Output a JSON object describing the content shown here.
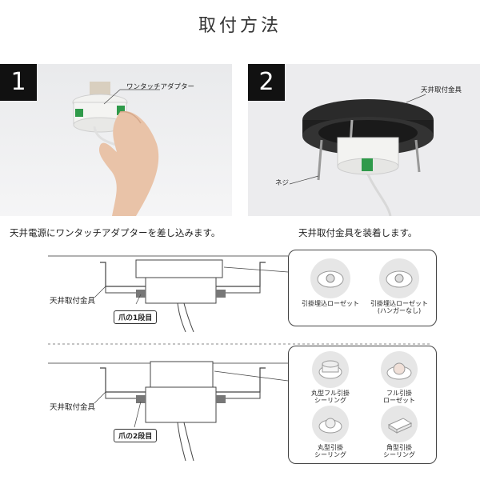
{
  "title": "取付方法",
  "steps": [
    {
      "number": "1",
      "callout": "ワンタッチアダプター",
      "caption": "天井電源にワンタッチアダプターを差し込みます。"
    },
    {
      "number": "2",
      "callout_top": "天井取付金具",
      "callout_bottom": "ネジ",
      "caption": "天井取付金具を装着します。"
    }
  ],
  "diagram_top": {
    "label": "天井取付金具",
    "claw": "爪の1段目",
    "items": [
      {
        "label": "引掛埋込ローゼット",
        "icon": "rosette-recessed-icon"
      },
      {
        "label": "引掛埋込ローゼット",
        "sub": "(ハンガーなし)",
        "icon": "rosette-recessed-no-hanger-icon"
      }
    ]
  },
  "diagram_bottom": {
    "label": "天井取付金具",
    "claw": "爪の2段目",
    "items": [
      {
        "line1": "丸型フル引掛",
        "line2": "シーリング",
        "icon": "round-full-ceiling-icon"
      },
      {
        "line1": "フル引掛",
        "line2": "ローゼット",
        "icon": "full-rosette-icon"
      },
      {
        "line1": "丸型引掛",
        "line2": "シーリング",
        "icon": "round-ceiling-icon"
      },
      {
        "line1": "角型引掛",
        "line2": "シーリング",
        "icon": "square-ceiling-icon"
      }
    ]
  }
}
